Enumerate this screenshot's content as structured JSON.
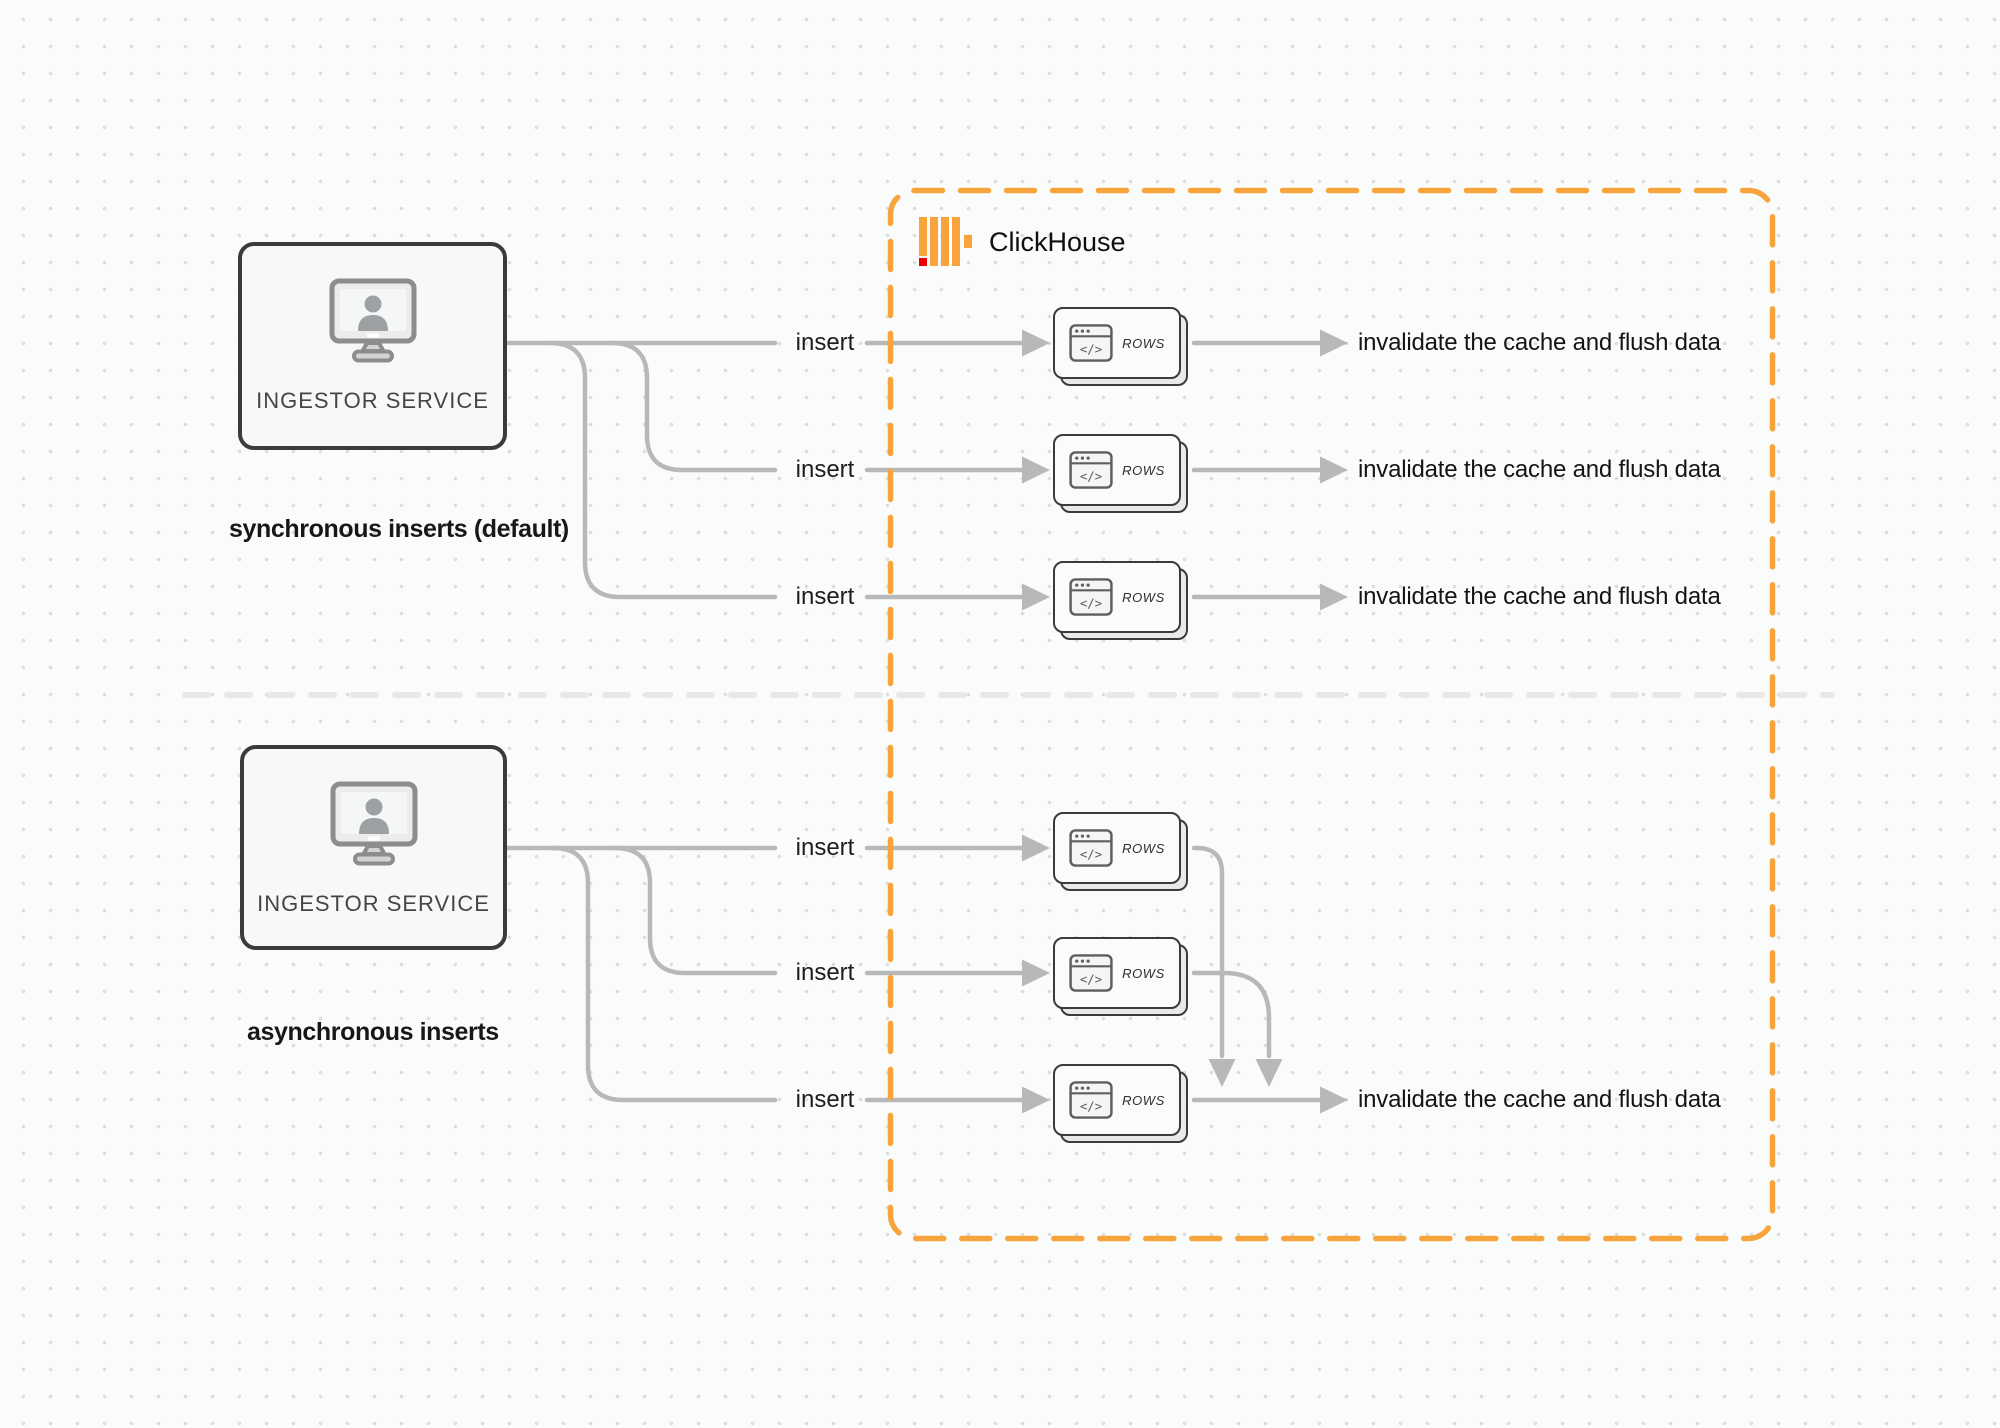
{
  "diagram": {
    "clickhouse_label": "ClickHouse",
    "sections": [
      {
        "id": "synchronous",
        "source": "INGESTOR SERVICE",
        "caption": "synchronous inserts (default)",
        "rows": [
          {
            "insert": "insert",
            "card": "ROWS",
            "result": "invalidate the cache and flush data"
          },
          {
            "insert": "insert",
            "card": "ROWS",
            "result": "invalidate the cache and flush data"
          },
          {
            "insert": "insert",
            "card": "ROWS",
            "result": "invalidate the cache and flush data"
          }
        ]
      },
      {
        "id": "asynchronous",
        "source": "INGESTOR SERVICE",
        "caption": "asynchronous inserts",
        "rows": [
          {
            "insert": "insert",
            "card": "ROWS"
          },
          {
            "insert": "insert",
            "card": "ROWS"
          },
          {
            "insert": "insert",
            "card": "ROWS",
            "result": "invalidate the cache and flush data"
          }
        ]
      }
    ],
    "colors": {
      "accent_orange": "#F8A43C",
      "logo_red": "#EC0000",
      "wire_gray": "#B7B8B8",
      "border_dark": "#3B3B3B",
      "divider_gray": "#E7E8E8"
    }
  }
}
